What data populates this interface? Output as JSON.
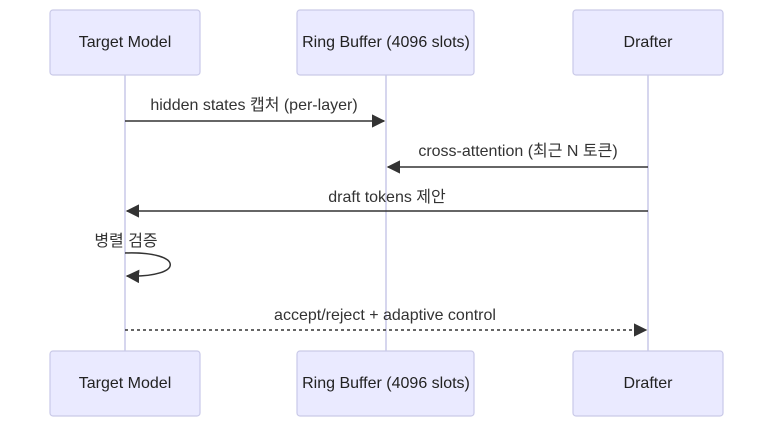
{
  "actors": [
    {
      "id": "target",
      "label": "Target Model"
    },
    {
      "id": "ring",
      "label": "Ring Buffer (4096 slots)"
    },
    {
      "id": "drafter",
      "label": "Drafter"
    }
  ],
  "messages": [
    {
      "from": "target",
      "to": "ring",
      "label": "hidden states 캡처 (per-layer)",
      "style": "solid"
    },
    {
      "from": "drafter",
      "to": "ring",
      "label": "cross-attention (최근 N 토큰)",
      "style": "solid"
    },
    {
      "from": "drafter",
      "to": "target",
      "label": "draft tokens 제안",
      "style": "solid"
    },
    {
      "from": "target",
      "to": "target",
      "label": "병렬 검증",
      "style": "self"
    },
    {
      "from": "target",
      "to": "drafter",
      "label": "accept/reject + adaptive control",
      "style": "dashed"
    }
  ],
  "colors": {
    "actor_fill": "#eaeaff",
    "actor_stroke": "#c9c9e8",
    "line": "#333333"
  }
}
